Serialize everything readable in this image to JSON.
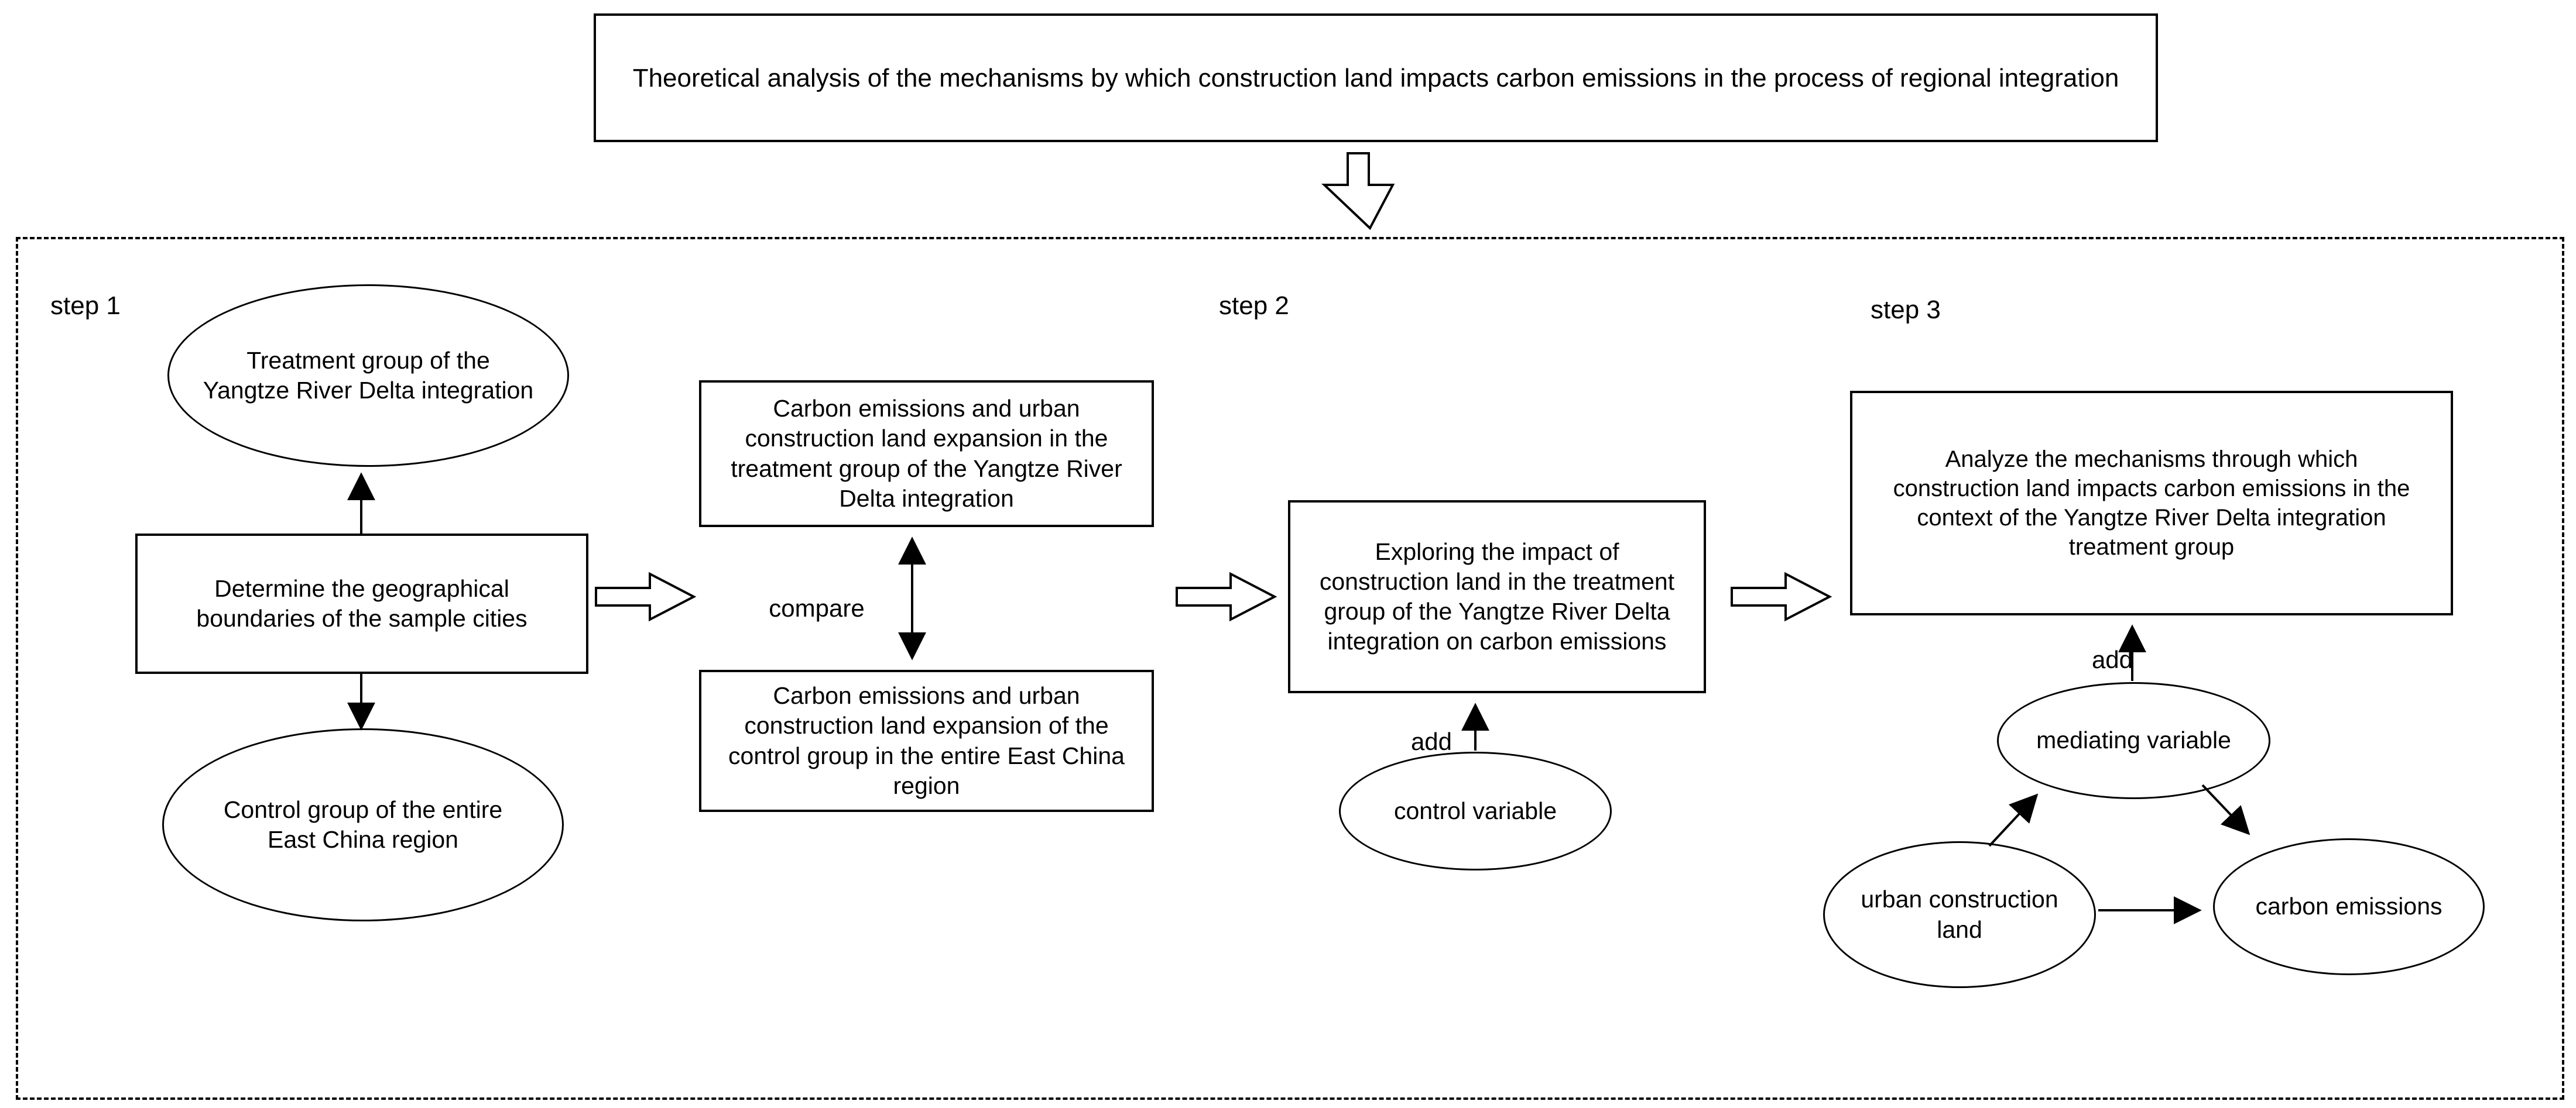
{
  "colors": {
    "line": "#000000",
    "background": "#ffffff"
  },
  "title_box": {
    "text": "Theoretical analysis of the mechanisms by which construction land impacts carbon emissions in the process of regional integration"
  },
  "steps": {
    "step1": {
      "label": "step 1",
      "treatment_ellipse": "Treatment group of the\nYangtze River Delta integration",
      "boundaries_rect": "Determine the geographical\nboundaries of the sample cities",
      "control_ellipse": "Control group of the entire\nEast China region",
      "compare_label": "compare",
      "treatment_data_rect": "Carbon emissions and urban\nconstruction land expansion in the\ntreatment group of the Yangtze River\nDelta integration",
      "control_data_rect": "Carbon emissions and urban\nconstruction land expansion of the\ncontrol group in the entire East China\nregion"
    },
    "step2": {
      "label": "step 2",
      "main_rect": "Exploring the impact of\nconstruction land in the treatment\ngroup of the Yangtze River Delta\nintegration on carbon emissions",
      "add_label": "add",
      "control_variable_ellipse": "control variable"
    },
    "step3": {
      "label": "step 3",
      "main_rect": "Analyze the mechanisms through which\nconstruction land impacts carbon emissions in the\ncontext of the Yangtze River Delta integration\ntreatment group",
      "add_label": "add",
      "mediating_ellipse": "mediating variable",
      "urban_ellipse": "urban construction\nland",
      "carbon_ellipse": "carbon emissions"
    }
  }
}
